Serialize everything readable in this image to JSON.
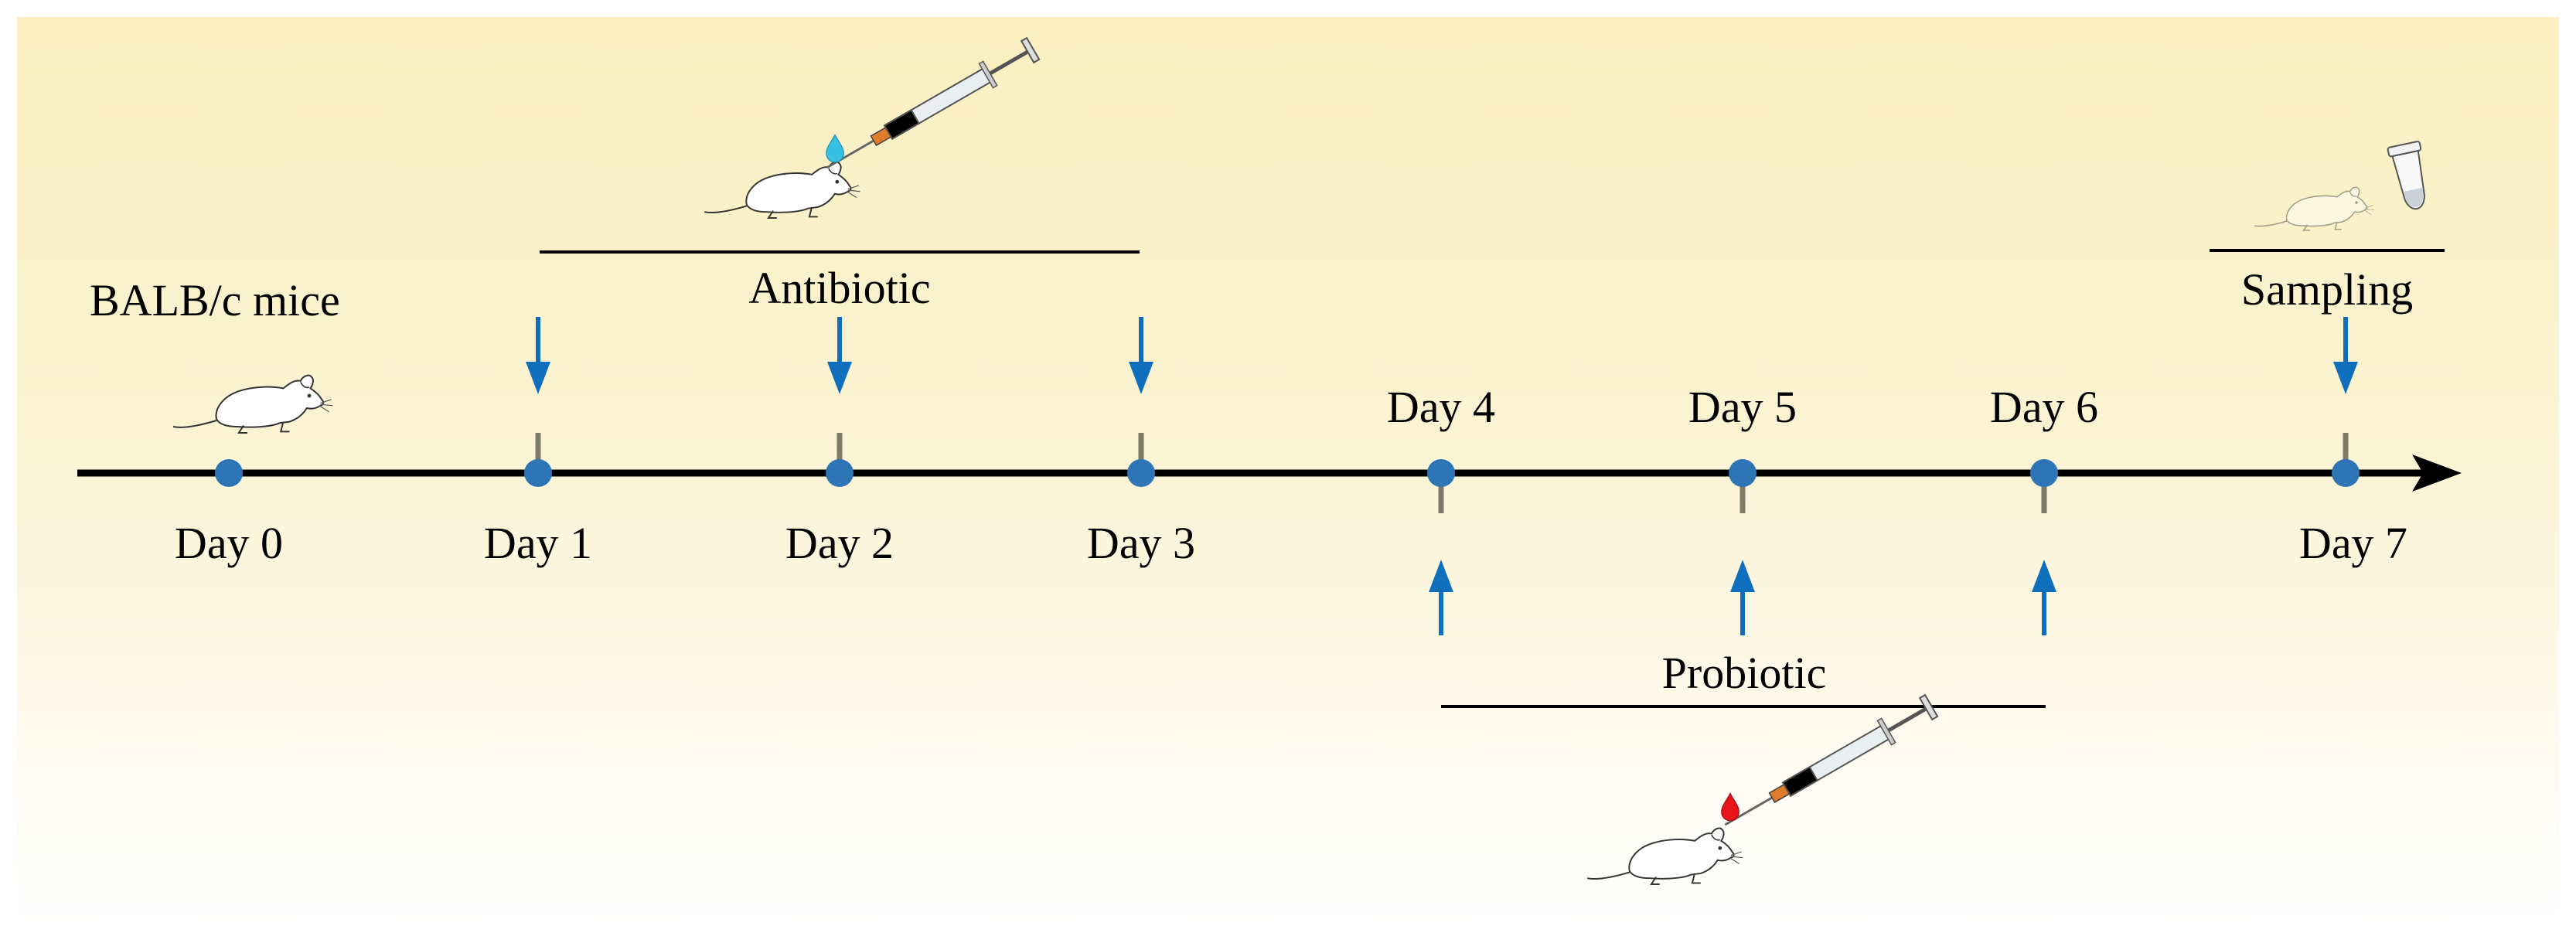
{
  "days": [
    {
      "label": "Day 0",
      "label_side": "below",
      "tick": "none",
      "arrow": "none"
    },
    {
      "label": "Day 1",
      "label_side": "below",
      "tick": "up",
      "arrow": "down"
    },
    {
      "label": "Day 2",
      "label_side": "below",
      "tick": "up",
      "arrow": "down"
    },
    {
      "label": "Day 3",
      "label_side": "below",
      "tick": "up",
      "arrow": "down"
    },
    {
      "label": "Day 4",
      "label_side": "above",
      "tick": "down",
      "arrow": "up"
    },
    {
      "label": "Day 5",
      "label_side": "above",
      "tick": "down",
      "arrow": "up"
    },
    {
      "label": "Day 6",
      "label_side": "above",
      "tick": "down",
      "arrow": "up"
    },
    {
      "label": "Day 7",
      "label_side": "below",
      "tick": "up",
      "arrow": "down"
    }
  ],
  "labels": {
    "start": "BALB/c mice",
    "antibiotic": "Antibiotic",
    "probiotic": "Probiotic",
    "sampling": "Sampling"
  },
  "colors": {
    "dot": "#2e75b6",
    "arrow": "#0f6fbd",
    "tick": "#7d7a6a",
    "axis": "#000000",
    "antibiotic_drop": "#37c0e3",
    "probiotic_drop": "#e8141b"
  },
  "icons": [
    "mouse-icon",
    "syringe-icon",
    "sampling-mouse-icon",
    "sample-tube-icon"
  ]
}
